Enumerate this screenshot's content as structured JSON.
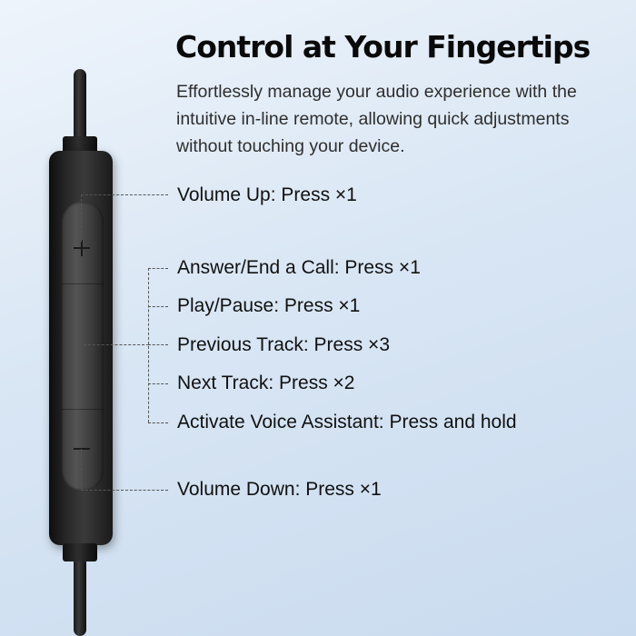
{
  "header": {
    "title": "Control at Your Fingertips",
    "subtitle": "Effortlessly manage your audio experience with the intuitive in-line remote, allowing quick adjustments without touching your device."
  },
  "remote": {
    "icons": [
      "plus-icon",
      "minus-icon"
    ],
    "body_color": "#2a2a2a"
  },
  "functions": [
    {
      "label": "Volume Up: Press ×1"
    },
    {
      "label": "Answer/End a Call: Press ×1"
    },
    {
      "label": "Play/Pause: Press ×1"
    },
    {
      "label": "Previous Track: Press ×3"
    },
    {
      "label": "Next Track: Press ×2"
    },
    {
      "label": "Activate Voice Assistant: Press and hold"
    },
    {
      "label": "Volume Down: Press ×1"
    }
  ]
}
